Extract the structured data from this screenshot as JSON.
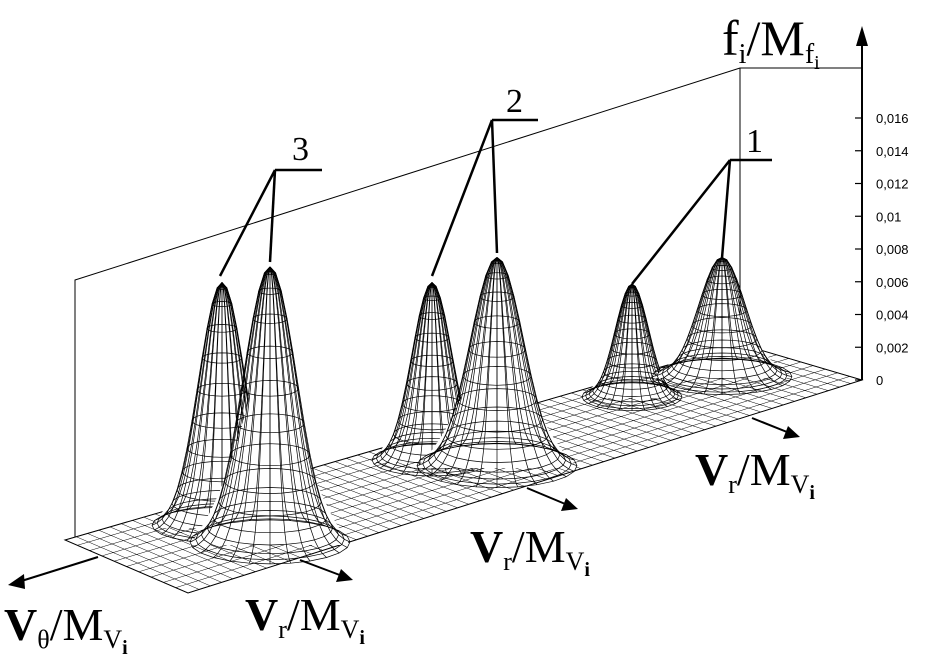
{
  "chart_data": {
    "type": "surface-3d",
    "z_axis": {
      "label_main": "f",
      "label_sub": "i",
      "label_slash": "/",
      "label_M": "M",
      "label_M_sub": "f",
      "label_M_subsub": "i",
      "ticks": [
        "0",
        "0,002",
        "0,004",
        "0,006",
        "0,008",
        "0,01",
        "0,012",
        "0,014",
        "0,016"
      ],
      "tick_values": [
        0,
        0.002,
        0.004,
        0.006,
        0.008,
        0.01,
        0.012,
        0.014,
        0.016
      ],
      "zlim": [
        0,
        0.016
      ]
    },
    "horizontal_axes": [
      {
        "name": "theta-axis",
        "main": "V",
        "main_sub": "θ",
        "slash": "/",
        "M": "M",
        "M_sub": "V",
        "M_subsub": "i"
      },
      {
        "name": "radial-axis-3",
        "main": "V",
        "main_sub": "r",
        "slash": "/",
        "M": "M",
        "M_sub": "V",
        "M_subsub": "i"
      },
      {
        "name": "radial-axis-2",
        "main": "V",
        "main_sub": "r",
        "slash": "/",
        "M": "M",
        "M_sub": "V",
        "M_subsub": "i"
      },
      {
        "name": "radial-axis-1",
        "main": "V",
        "main_sub": "r",
        "slash": "/",
        "M": "M",
        "M_sub": "V",
        "M_subsub": "i"
      }
    ],
    "surfaces": [
      {
        "label": "3",
        "peaks": [
          {
            "height": 0.0062
          },
          {
            "height": 0.0072
          }
        ]
      },
      {
        "label": "2",
        "peaks": [
          {
            "height": 0.0062
          },
          {
            "height": 0.0078
          }
        ]
      },
      {
        "label": "1",
        "peaks": [
          {
            "height": 0.0061
          },
          {
            "height": 0.0078
          }
        ]
      }
    ],
    "grid": true
  }
}
